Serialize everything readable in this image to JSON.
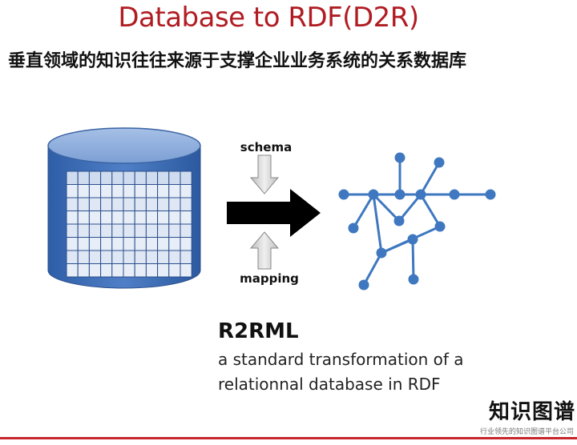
{
  "slide": {
    "title": "Database to RDF(D2R)",
    "subtitle": "垂直领域的知识往往来源于支撑企业业务系统的关系数据库",
    "schema_label": "schema",
    "mapping_label": "mapping",
    "r2rml_title": "R2RML",
    "r2rml_description": "a standard transformation of a relationnal database in RDF",
    "brand": "知识图谱",
    "brand_sub": "行业领先的知识图谱平台公司"
  },
  "colors": {
    "title": "#b01c22",
    "cylinder_body": "#3e6db5",
    "cylinder_top": "#8fb0dd",
    "graph_nodes": "#3f78c0",
    "arrow": "#000000",
    "small_arrows": "#cfcfcf"
  },
  "icons": [
    "database-icon",
    "schema-arrow-icon",
    "mapping-arrow-icon",
    "transform-arrow-icon",
    "rdf-graph-icon"
  ]
}
